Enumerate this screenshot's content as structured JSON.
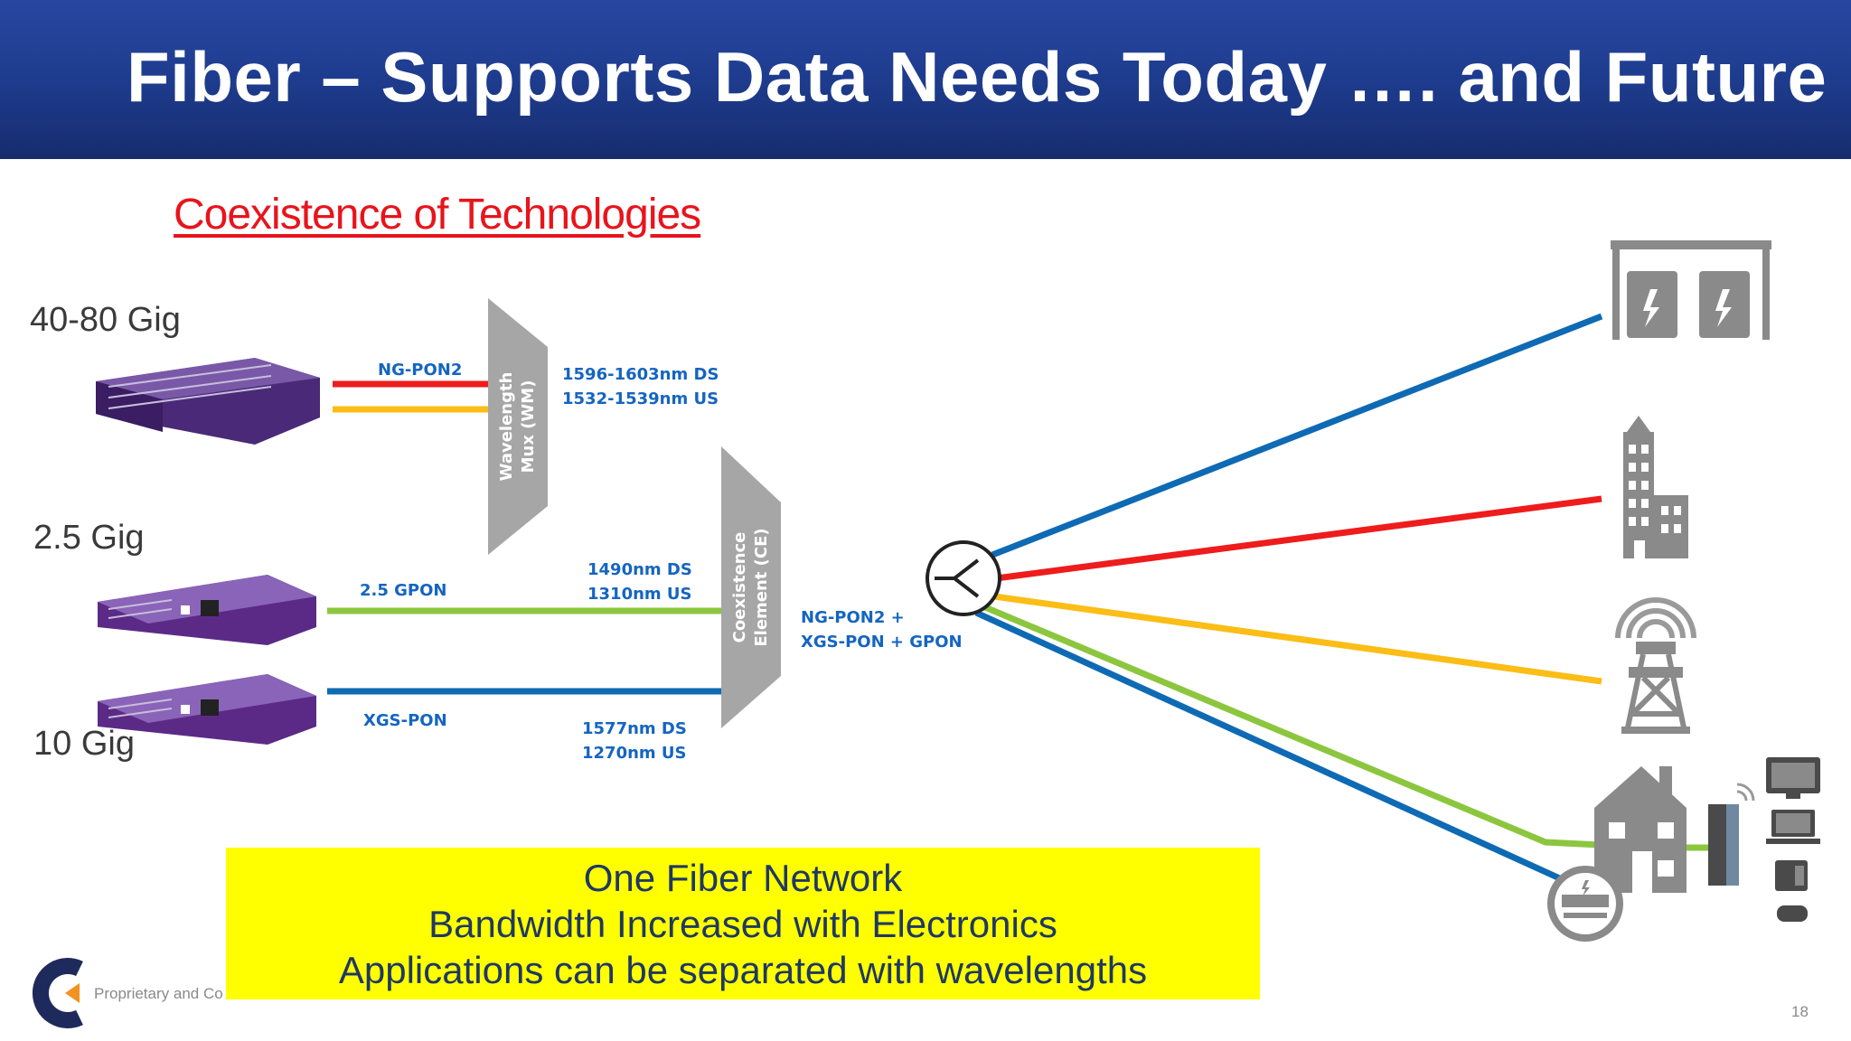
{
  "header": {
    "title": "Fiber – Supports Data Needs Today …. and Future"
  },
  "subtitle": "Coexistence of Technologies",
  "speeds": {
    "top": "40-80 Gig",
    "middle": "2.5 Gig",
    "bottom": "10 Gig"
  },
  "links": {
    "ngpon2": "NG-PON2",
    "ngpon2_ds": "1596-1603nm DS",
    "ngpon2_us": "1532-1539nm US",
    "gpon": "2.5 GPON",
    "gpon_ds": "1490nm DS",
    "gpon_us": "1310nm US",
    "xgspon": "XGS-PON",
    "xgspon_ds": "1577nm DS",
    "xgspon_us": "1270nm US",
    "combined_1": "NG-PON2 +",
    "combined_2": "XGS-PON + GPON"
  },
  "elements": {
    "wm_1": "Wavelength",
    "wm_2": "Mux (WM)",
    "ce_1": "Coexistence",
    "ce_2": "Element (CE)"
  },
  "callout": {
    "line1": "One Fiber Network",
    "line2": "Bandwidth Increased with Electronics",
    "line3": "Applications can be separated with wavelengths"
  },
  "footer": {
    "text": "Proprietary and Co",
    "page": "18"
  },
  "colors": {
    "red": "#ee1c1c",
    "yellow": "#fbbd16",
    "green": "#8cc63f",
    "blue": "#0f6ab4",
    "label_blue": "#1565c0",
    "gray": "#9e9e9e",
    "purple": "#5b2a86"
  }
}
